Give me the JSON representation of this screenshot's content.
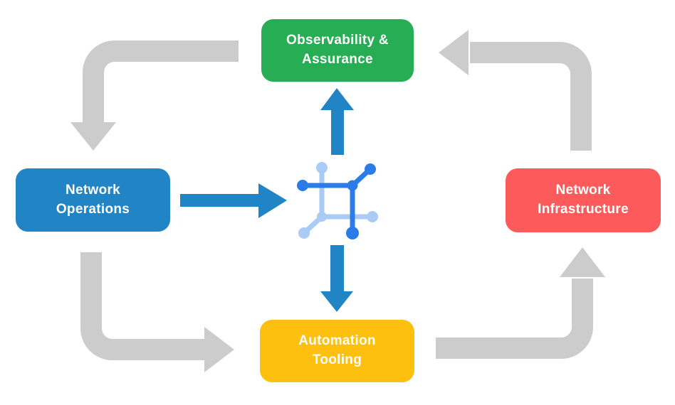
{
  "colors": {
    "background": "#ffffff",
    "green": "#27ae55",
    "blue": "#2185c5",
    "red": "#fd5b5b",
    "yellow": "#fec00f",
    "arrow_gray": "#cccccc",
    "arrow_blue": "#2184c5",
    "icon_dark_blue": "#2b7ce9",
    "icon_light_blue": "#a9cbf5",
    "text": "#ffffff"
  },
  "nodes": {
    "observability": {
      "label": "Observability &\nAssurance",
      "color": "green"
    },
    "operations": {
      "label": "Network\nOperations",
      "color": "blue"
    },
    "infrastructure": {
      "label": "Network\nInfrastructure",
      "color": "red"
    },
    "automation": {
      "label": "Automation\nTooling",
      "color": "yellow"
    }
  },
  "center_icon": "network-mesh-icon",
  "arrows": {
    "gray_cycle": [
      {
        "from": "observability",
        "to": "operations"
      },
      {
        "from": "operations",
        "to": "automation"
      },
      {
        "from": "automation",
        "to": "infrastructure"
      },
      {
        "from": "infrastructure",
        "to": "observability"
      }
    ],
    "blue": [
      {
        "from": "operations",
        "to": "center-icon",
        "direction": "right"
      },
      {
        "from": "center-icon",
        "to": "observability",
        "direction": "up"
      },
      {
        "from": "center-icon",
        "to": "automation",
        "direction": "down"
      }
    ]
  }
}
